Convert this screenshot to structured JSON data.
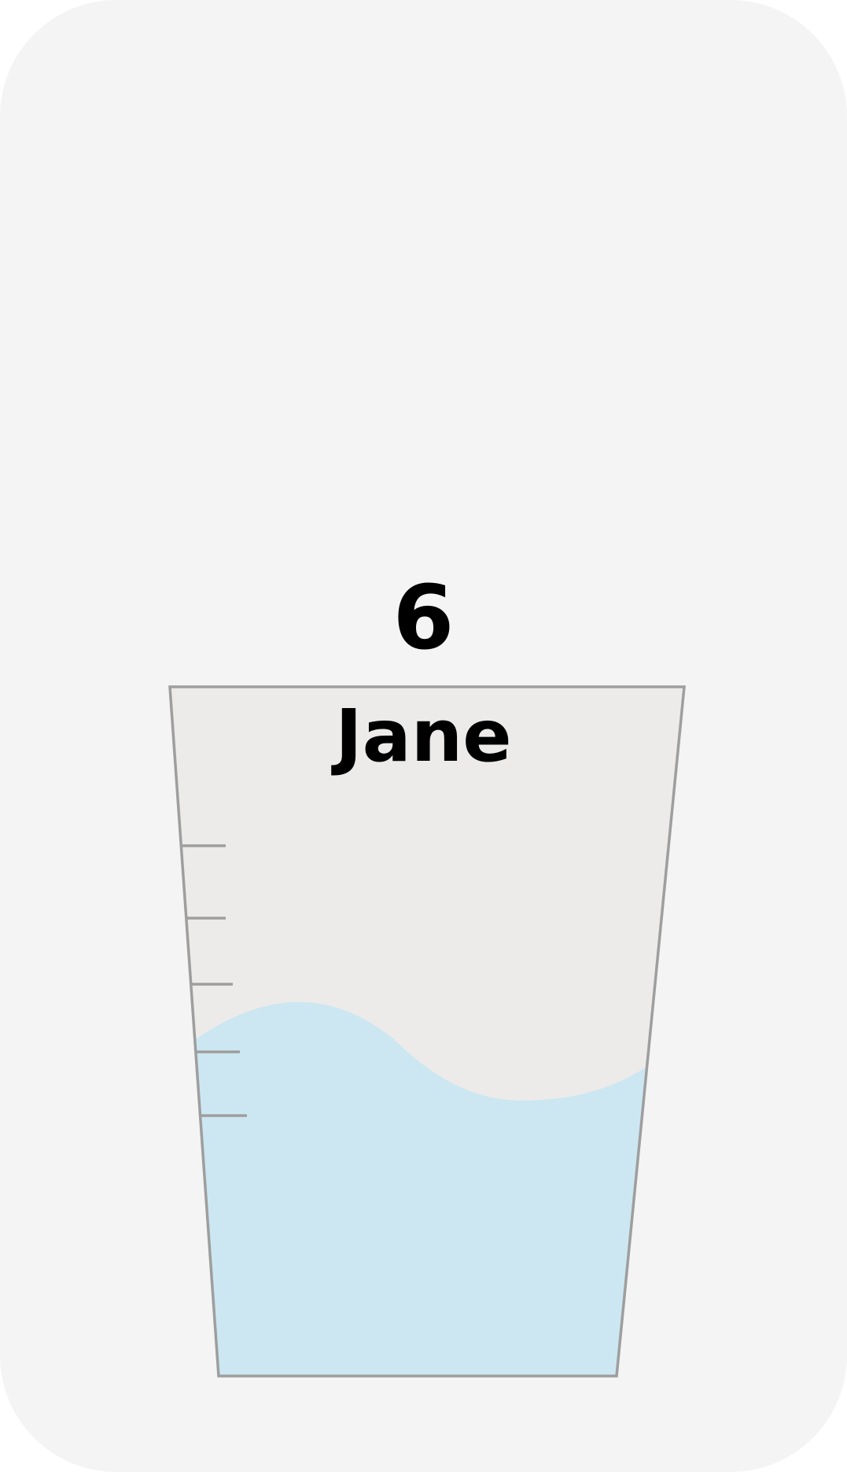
{
  "cup": {
    "count": "6",
    "name": "Jane",
    "fill_level": 0.4
  },
  "colors": {
    "card_background": "#f4f4f4",
    "cup_background": "#ecebea",
    "cup_outline": "#9e9e9e",
    "water": "#cce7f2",
    "text": "#000000"
  },
  "icons": {
    "cup": "measuring-cup-icon",
    "water": "water-wave-icon"
  }
}
